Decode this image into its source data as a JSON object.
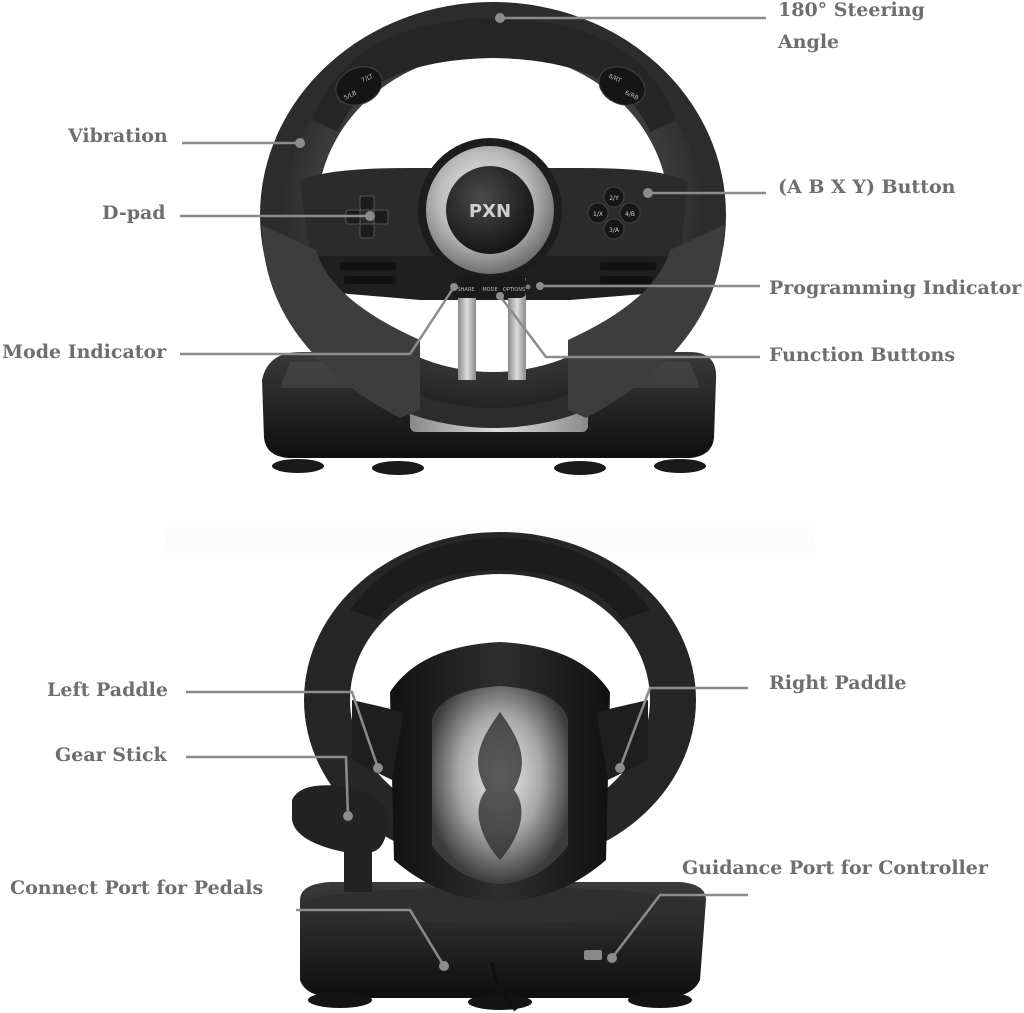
{
  "callouts_top": {
    "steering_angle": [
      "180°  Steering",
      "Angle"
    ],
    "vibration": "Vibration",
    "dpad": "D-pad",
    "abxy": "(A B X Y) Button",
    "programming_indicator": "Programming Indicator",
    "mode_indicator": "Mode Indicator",
    "function_buttons": "Function Buttons"
  },
  "callouts_bottom": {
    "left_paddle": "Left Paddle",
    "right_paddle": "Right Paddle",
    "gear_stick": "Gear Stick",
    "guidance_port": "Guidance Port for Controller",
    "connect_port": "Connect Port for Pedals"
  },
  "wheel_markings": {
    "logo": "PXN",
    "btn_y": "2/Y",
    "btn_x": "1/X",
    "btn_b": "4/B",
    "btn_a": "3/A",
    "fn_left": "SHARE",
    "fn_mid": "MODE",
    "fn_right": "OPTIONS",
    "shoulder_left": [
      "5/LB",
      "7/LT"
    ],
    "shoulder_right": [
      "8/RT",
      "6/RB"
    ]
  },
  "colors": {
    "callout_text": "#6e6e6e",
    "leader_line": "#8c8c8c",
    "wheel_body": "#2a2a2a",
    "wheel_grip": "#3d3d3d",
    "metal": "#b8b8b8",
    "background": "#ffffff"
  }
}
